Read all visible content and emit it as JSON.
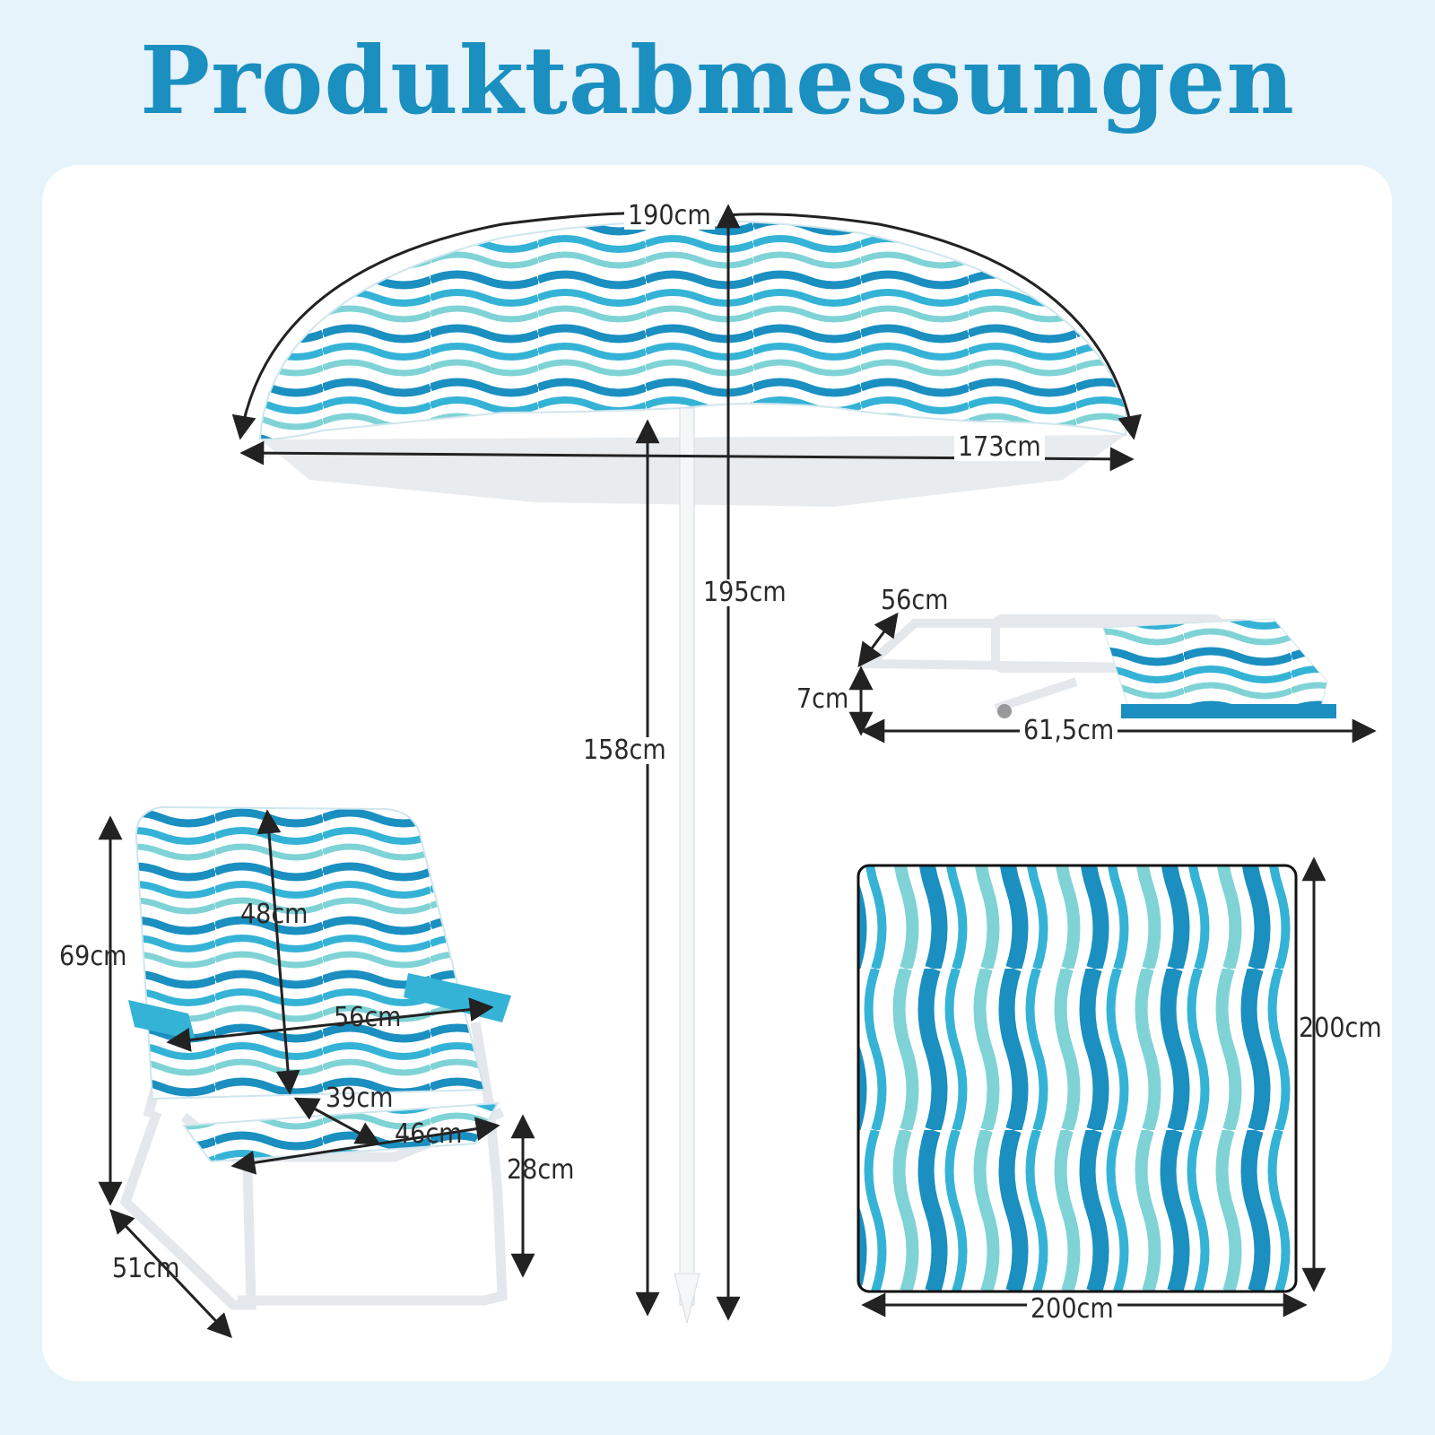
{
  "title": "Produktabmessungen",
  "colors": {
    "background": "#e6f3fa",
    "title": "#1a8fc0",
    "accent_dark": "#1a8fc0",
    "accent_mid": "#35b3d6",
    "accent_light": "#7fd3d6",
    "frame": "#f4f6f8",
    "lines": "#222222"
  },
  "umbrella": {
    "arc_width": "190cm",
    "diameter": "173cm",
    "total_height": "195cm",
    "ground_height": "158cm"
  },
  "folded_chair": {
    "depth": "56cm",
    "height": "7cm",
    "length": "61,5cm"
  },
  "chair": {
    "height": "69cm",
    "backrest_height": "48cm",
    "width": "56cm",
    "seat_depth": "39cm",
    "seat_width": "46cm",
    "seat_height": "28cm",
    "depth": "51cm"
  },
  "mat": {
    "height": "200cm",
    "width": "200cm"
  }
}
